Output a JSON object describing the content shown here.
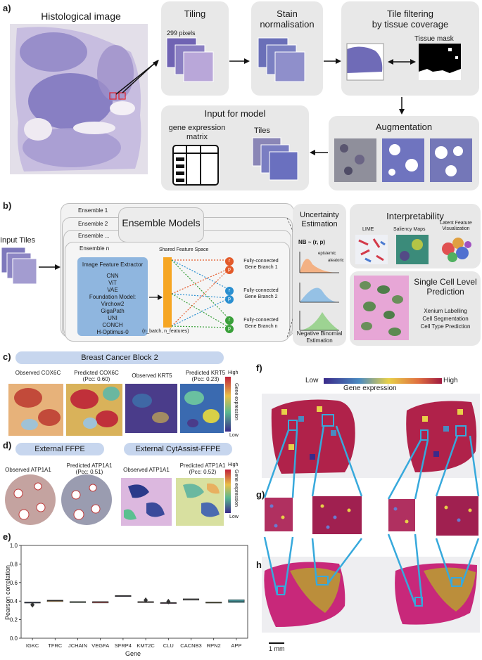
{
  "panels": {
    "a": "a)",
    "b": "b)",
    "c": "c)",
    "d": "d)",
    "e": "e)",
    "f": "f)",
    "g": "g)",
    "h": "h)"
  },
  "section_a": {
    "histology_title": "Histological image",
    "tiling": {
      "title": "Tiling",
      "pixels": "299 pixels"
    },
    "stain": {
      "title": "Stain\nnormalisation"
    },
    "filter": {
      "title": "Tile filtering\nby tissue coverage",
      "mask_label": "Tissue mask"
    },
    "augmentation": {
      "title": "Augmentation"
    },
    "input": {
      "title": "Input for model",
      "gene_label": "gene expression\nmatrix",
      "tiles_label": "Tiles"
    }
  },
  "section_b": {
    "input_tiles": "Input Tiles",
    "ensembles": [
      "Ensemble 1",
      "Ensemble 2",
      "Ensemble ...",
      "Ensemble n"
    ],
    "ensemble_models": "Ensemble Models",
    "extractor_title": "Image Feature Extractor",
    "extractor_items": [
      "CNN",
      "ViT",
      "VAE",
      "Foundation Model:",
      "Virchow2",
      "GigaPath",
      "UNI",
      "CONCH",
      "H-Optimus-0"
    ],
    "shared_space": "Shared Feature Space",
    "batch_label": "(n_batch, n_features)",
    "branches": [
      "Fully-connected\nGene Branch 1",
      "Fully-connected\nGene Branch 2",
      "Fully-connected\nGene Branch n"
    ],
    "node_r": "r",
    "node_p": "p",
    "uncertainty_title": "Uncertainty\nEstimation",
    "nb_formula": "NB ~ (r, p)",
    "epistemic": "epistemic",
    "aleatoric": "aleatoric",
    "nb_estimation": "Negative Binomial\nEstimation",
    "interpretability": {
      "title": "Interpretability",
      "lime": "LIME",
      "saliency": "Saliency Maps",
      "latent": "Latent Feature\nVisualization"
    },
    "single_cell": {
      "title": "Single Cell Level\nPrediction",
      "items": [
        "Xenium Labelling",
        "Cell Segmentation",
        "Cell Type Prediction"
      ]
    }
  },
  "section_c": {
    "banner": "Breast Cancer Block 2",
    "obs1": "Observed COX6C",
    "pred1": "Predicted COX6C\n(Pcc: 0.60)",
    "obs2": "Observed KRT5",
    "pred2": "Predicted KRT5\n(Pcc: 0.23)",
    "cb_high": "High",
    "cb_low": "Low",
    "cb_label": "Gene expression"
  },
  "section_d": {
    "banner1": "External FFPE",
    "banner2": "External CytAssist-FFPE",
    "obs1": "Observed ATP1A1",
    "pred1": "Predicted ATP1A1\n(Pcc: 0.51)",
    "obs2": "Observed ATP1A1",
    "pred2": "Predicted ATP1A1\n(Pcc: 0.52)",
    "cb_high": "High",
    "cb_low": "Low",
    "cb_label": "Gene expression"
  },
  "section_f": {
    "low": "Low",
    "high": "High",
    "label": "Gene expression",
    "scale": "1 mm"
  },
  "colors": {
    "box_grey": "#e8e8e8",
    "extractor_blue": "#8fb6df",
    "feature_orange": "#f6a623",
    "link_cyan": "#37a9dc",
    "banner_blue": "#c7d6ee"
  },
  "chart_data": {
    "type": "box",
    "xlabel": "Gene",
    "ylabel": "Pearson correlation",
    "ylim": [
      0.0,
      1.0
    ],
    "yticks": [
      0.0,
      0.2,
      0.4,
      0.6,
      0.8,
      1.0
    ],
    "categories": [
      "IGKC",
      "TFRC",
      "JCHAIN",
      "VEGFA",
      "SFRP4",
      "KMT2C",
      "CLU",
      "CACNB3",
      "RPN2",
      "APP"
    ],
    "medians": [
      0.385,
      0.405,
      0.39,
      0.39,
      0.455,
      0.39,
      0.38,
      0.42,
      0.385,
      0.4
    ],
    "q1": [
      0.38,
      0.395,
      0.385,
      0.38,
      0.45,
      0.385,
      0.375,
      0.41,
      0.38,
      0.385
    ],
    "q3": [
      0.39,
      0.41,
      0.395,
      0.395,
      0.46,
      0.395,
      0.385,
      0.425,
      0.39,
      0.415
    ],
    "outliers": [
      [
        0.36
      ],
      [],
      [],
      [],
      [],
      [
        0.41
      ],
      [
        0.395
      ],
      [],
      [],
      []
    ],
    "box_colors": [
      "#3b5ca8",
      "#b0884a",
      "#5d9a57",
      "#c05a5a",
      "#8c7ab8",
      "#8a6a50",
      "#d08cc0",
      "#8f8f8f",
      "#b8b050",
      "#4ab0b8"
    ]
  }
}
